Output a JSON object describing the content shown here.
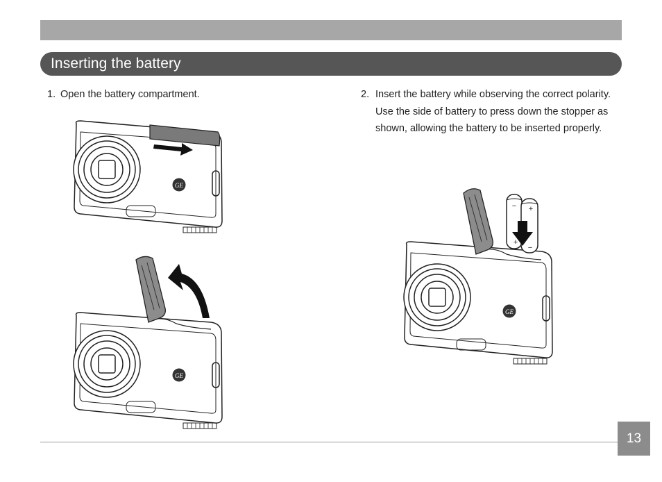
{
  "header": {
    "section_title": "Inserting the battery"
  },
  "steps": [
    {
      "number": "1.",
      "text": "Open the battery compartment."
    },
    {
      "number": "2.",
      "text": "Insert the battery while observing the correct polarity. Use the side of battery to press down the stopper as shown, allowing the battery to be inserted properly."
    }
  ],
  "illustrations": {
    "camera_logo": "GE",
    "battery_plus": "+",
    "battery_minus": "−"
  },
  "footer": {
    "page_number": "13"
  }
}
